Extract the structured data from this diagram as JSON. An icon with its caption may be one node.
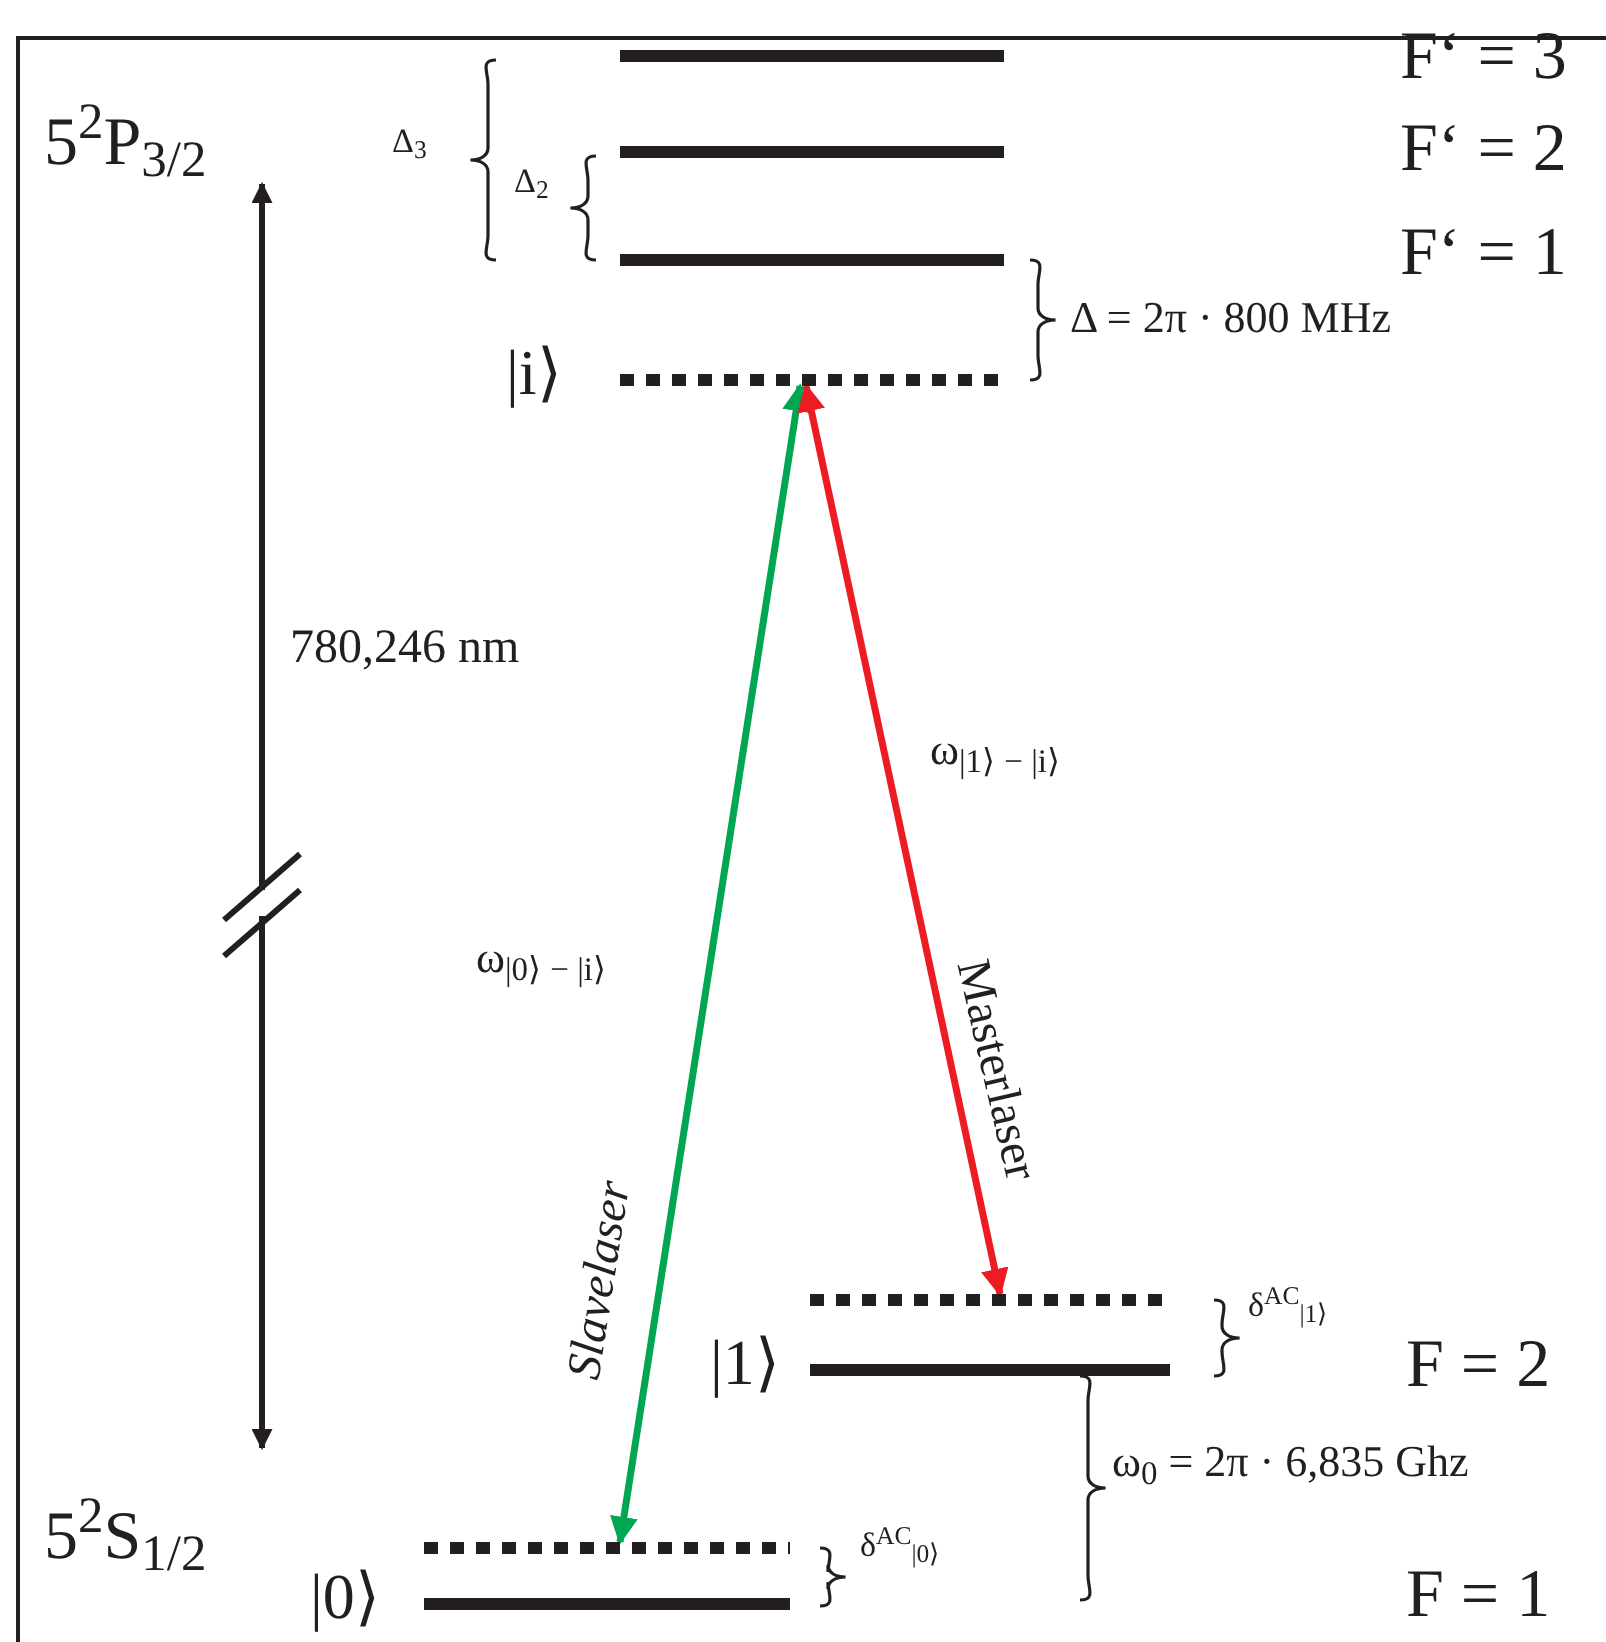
{
  "diagram": {
    "nodes": [
      {
        "text": [],
        "shape": "bar"
      },
      {
        "text": [],
        "shape": "bar"
      },
      {
        "text": [],
        "shape": "bar"
      },
      {
        "text": [],
        "shape": "bar",
        "beside": [
          "|i⟩"
        ]
      },
      {
        "text": [],
        "shape": "bar"
      },
      {
        "text": [],
        "shape": "bar",
        "beside": [
          "|1⟩"
        ]
      },
      {
        "text": [],
        "shape": "bar"
      },
      {
        "text": [],
        "shape": "bar",
        "beside": [
          "|0⟩"
        ]
      }
    ],
    "edges": [
      {
        "from": 6,
        "to": 3,
        "arrow": "both",
        "label": "Slavelaser",
        "color": "#00a651"
      },
      {
        "from": 4,
        "to": 3,
        "arrow": "both",
        "label": "Masterlaser",
        "color": "#ed1c24"
      }
    ],
    "labels": [
      "F‘ = 3",
      "5$^{2}$P$_{3/2}$",
      "Δ$_{3}$",
      "Δ$_{2}$",
      "F‘ = 2",
      "F‘ = 1",
      "Δ = 2π · 800 MHz",
      "780,246 nm",
      "ω$_{|1⟩ − |i⟩}$",
      "ω$_{|0⟩ − |i⟩}$",
      "δ$^{AC}$$_{|1⟩}$",
      "F = 2",
      "ω$_{0}$ = 2π · 6,835 Ghz",
      "5$^{2}$S$_{1/2}$",
      "δ$^{AC}$$_{|0⟩}$",
      "F = 1"
    ]
  }
}
